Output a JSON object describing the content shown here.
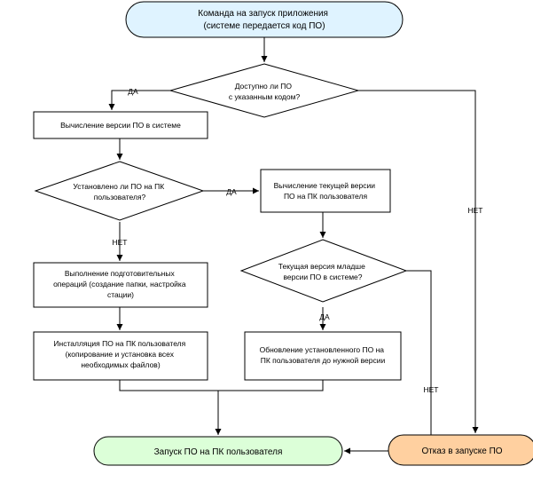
{
  "diagram": {
    "nodes": {
      "start": {
        "lines": [
          "Команда на запуск приложения",
          "(системе передается код ПО)"
        ]
      },
      "d_available": {
        "lines": [
          "Доступно ли ПО",
          "с указанным кодом?"
        ]
      },
      "calc_version": {
        "lines": [
          "Вычисление версии ПО в системе"
        ]
      },
      "d_installed": {
        "lines": [
          "Установлено ли ПО на ПК",
          "пользователя?"
        ]
      },
      "calc_current": {
        "lines": [
          "Вычисление текущей версии",
          "ПО на ПК пользователя"
        ]
      },
      "prep_ops": {
        "lines": [
          "Выполнение подготовительных",
          "операций (создание папки, настройка",
          "стации)"
        ]
      },
      "d_older": {
        "lines": [
          "Текущая версия младше",
          "версии ПО в системе?"
        ]
      },
      "install": {
        "lines": [
          "Инсталляция ПО на ПК пользователя",
          "(копирование и установка всех",
          "необходимых файлов)"
        ]
      },
      "update": {
        "lines": [
          "Обновление установленного ПО на",
          "ПК пользователя до нужной версии"
        ]
      },
      "launch": {
        "lines": [
          "Запуск ПО на ПК пользователя"
        ]
      },
      "refuse": {
        "lines": [
          "Отказ в запуске ПО"
        ]
      }
    },
    "edge_labels": {
      "available_yes": "ДА",
      "available_no": "НЕТ",
      "installed_yes": "ДА",
      "installed_no": "НЕТ",
      "older_yes": "ДА",
      "older_no": "НЕТ"
    },
    "colors": {
      "start_fill": "#dff3ff",
      "launch_fill": "#dcffd8",
      "refuse_fill": "#ffd0a0",
      "stroke": "#000000",
      "box_fill": "#ffffff"
    }
  }
}
